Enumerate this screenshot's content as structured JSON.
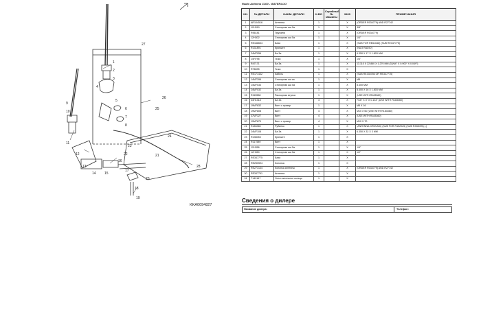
{
  "diagram": {
    "code": "KKA0094827",
    "callouts": [
      "1",
      "2",
      "3",
      "4",
      "5",
      "6",
      "7",
      "8",
      "9",
      "10",
      "11",
      "12",
      "13",
      "14",
      "15",
      "16",
      "17",
      "18",
      "19",
      "20",
      "21",
      "22",
      "23",
      "24",
      "25",
      "26",
      "27",
      "28"
    ]
  },
  "header": {
    "title": "Radio Antenna   C300 - WATERLOO"
  },
  "table": {
    "headers": [
      "КН.",
      "№ ДЕТАЛИ",
      "НАИМ. ДЕТАЛИ",
      "К-ВО",
      "Серийный № машины",
      "9400",
      "ПРИМЕЧАНИЯ"
    ],
    "rows": [
      [
        "1",
        "AR104516",
        "Антенна",
        "1",
        "",
        "X",
        "(ORDER R034779) AND R27742"
      ],
      [
        "2",
        "12H319",
        "Стопорная ша 5а",
        "1",
        "",
        "X",
        "3/8\""
      ],
      [
        "3",
        "R56181",
        "Пружина",
        "1",
        "",
        "X",
        "(ORDER R034779)"
      ],
      [
        "4",
        "12H302",
        "Стопорная ша 5а",
        "1",
        "",
        "X",
        "1/4\""
      ],
      [
        "5",
        "RE168634",
        "База",
        "1",
        "",
        "X",
        "(SUB FOR RE61648) (SUB RE347775)"
      ],
      [
        "6",
        "R131891",
        "Кронштн",
        "1",
        "",
        "X",
        "(NUO RADIO)"
      ],
      [
        "7",
        "24M7056",
        "Ба 3а",
        "1",
        "",
        "X",
        "6.350 X 17 X 1.803 MM"
      ],
      [
        "8",
        "14H796",
        "Га ка",
        "1",
        "",
        "X",
        "1/4\""
      ],
      [
        "9",
        "R47171",
        "Ба 3а",
        "1",
        "",
        "X",
        "13.110 X 22.860 X 1.270 MM (33/64\" X 0.900\" X 0.049\")"
      ],
      [
        "10",
        "R76695",
        "Га ка",
        "1",
        "",
        "X",
        ""
      ],
      [
        "11",
        "RE171432",
        "Кабель",
        "1",
        "",
        "X",
        "(SUB RE335786 OR RE347775)"
      ],
      [
        "12",
        "14M7396",
        "Стопорная ша ка",
        "1",
        "",
        "X",
        "M8"
      ],
      [
        "13",
        "14M7033",
        "Стопорная ша 5а",
        "1",
        "",
        "X",
        "8.400 MM"
      ],
      [
        "14",
        "24M7032",
        "Ба 3а",
        "1",
        "",
        "X",
        "8.400 X 16 X 1.803 MM"
      ],
      [
        "15",
        "R115558",
        "Распорная втулка",
        "1",
        "",
        "X",
        "(USE WITH R183360)"
      ],
      [
        "16",
        "34H1318",
        "Ба 3а",
        "4",
        "",
        "X",
        "7/16\" X 3\" X 0.134\" (USE WITH R183360)"
      ],
      [
        "17",
        "19M7832",
        "Винт с гровер",
        "1",
        "",
        "X",
        "M8 X 16"
      ],
      [
        "18",
        "19M7808",
        "Винт",
        "4",
        "",
        "X",
        "M10 X 60 (USE WITH R183360)"
      ],
      [
        "19",
        "37M7327",
        "Винт",
        "4",
        "",
        "X",
        "(USE WITH R183360)"
      ],
      [
        "20",
        "19M7870",
        "Винт с гровер",
        "4",
        "",
        "X",
        "M10 X 70"
      ],
      [
        "21",
        "R183360",
        "Рубинок",
        "1",
        "",
        "X",
        "(ANTENNA GROUND) (SUB FOR R152025) (SUB R335095) (-)"
      ],
      [
        "22",
        "24M7108",
        "Ба 3а",
        "1",
        "",
        "X",
        "6.350 X 32 X 3 MM"
      ],
      [
        "23",
        "R136053",
        "Кронштн",
        "1",
        "",
        "X",
        ""
      ],
      [
        "24",
        "R117589",
        "Винт",
        "1",
        "",
        "X",
        ""
      ],
      [
        "25",
        "12H356",
        "Стопорная ша 5а",
        "1",
        "",
        "X",
        "1/4\""
      ],
      [
        "26",
        "12H350",
        "Стопорная ша 5а",
        "1",
        "",
        "X",
        "1/2\""
      ],
      [
        "27",
        "RE347775",
        "База",
        "1",
        "",
        "X",
        ""
      ],
      [
        "28",
        "RE250594",
        "Колонка",
        "1",
        "",
        "X",
        ""
      ],
      [
        "29",
        "RE273134",
        "Колонка антенны",
        "1",
        "",
        "X",
        "(ORDER R034779) AND R27742"
      ],
      [
        "30",
        "RE347791",
        "Антенна",
        "1",
        "",
        "X",
        ""
      ],
      [
        "31",
        "T143167",
        "Уплотнительное кольцо",
        "1",
        "",
        "X",
        ""
      ]
    ]
  },
  "dealer": {
    "title": "Сведения о дилере",
    "name_label": "Название дилера:",
    "phone_label": "Телефон:"
  }
}
